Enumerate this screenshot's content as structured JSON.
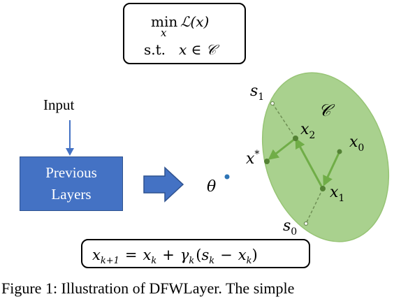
{
  "objective_box": {
    "line1_op": "min",
    "line1_sub": "x",
    "line1_func": "ℒ(x)",
    "line2_st": "s.t.",
    "line2_expr": "x ∈ 𝒞"
  },
  "input": {
    "label": "Input"
  },
  "previous_layers": {
    "line1": "Previous",
    "line2": "Layers"
  },
  "theta_label": "θ",
  "set_label": "𝒞",
  "points": {
    "s1": {
      "base": "s",
      "sub": "1"
    },
    "s0": {
      "base": "s",
      "sub": "0"
    },
    "x0": {
      "base": "x",
      "sub": "0"
    },
    "x1": {
      "base": "x",
      "sub": "1"
    },
    "x2": {
      "base": "x",
      "sub": "2"
    },
    "xstar": {
      "base": "x",
      "sup": "*"
    }
  },
  "update_rule": {
    "lhs": "x",
    "lhs_sub": "k+1",
    "eq": "=",
    "t1": "x",
    "t1_sub": "k",
    "plus": "+",
    "gamma": "γ",
    "gamma_sub": "k",
    "open": "(",
    "s": "s",
    "s_sub": "k",
    "minus": "−",
    "x": "x",
    "x_sub": "k",
    "close": ")"
  },
  "caption": {
    "text": "Figure 1: Illustration of DFWLayer. The simple"
  },
  "colors": {
    "ellipse_fill": "#a9d18e",
    "ellipse_stroke": "#97c475",
    "arrow_green": "#70ad47",
    "point_green": "#548235",
    "blue_box": "#4472c4",
    "blue_arrow": "#4472c4",
    "theta_point": "#2e75b6"
  }
}
